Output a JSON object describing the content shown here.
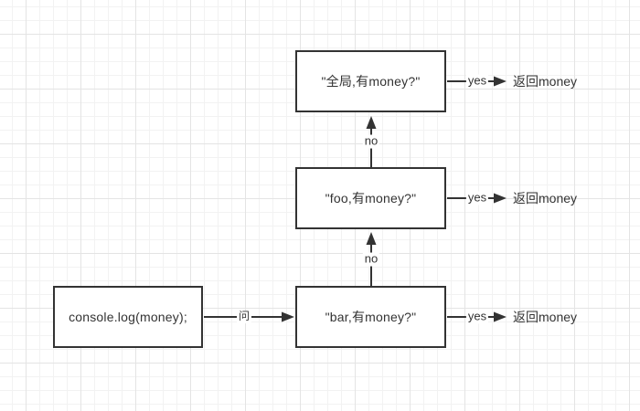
{
  "diagram": {
    "nodes": {
      "global": {
        "label": "\"全局,有money?\""
      },
      "foo": {
        "label": "\"foo,有money?\""
      },
      "bar": {
        "label": "\"bar,有money?\""
      },
      "console_call": {
        "label": "console.log(money);"
      }
    },
    "labels": {
      "yes": "yes",
      "no": "no",
      "ask": "问",
      "return_money": "返回money"
    },
    "colors": {
      "stroke": "#333333",
      "text": "#333333",
      "node_background": "#ffffff",
      "grid_minor": "#f2f2f2",
      "grid_major": "#e4e4e4",
      "background": "#ffffff"
    }
  }
}
